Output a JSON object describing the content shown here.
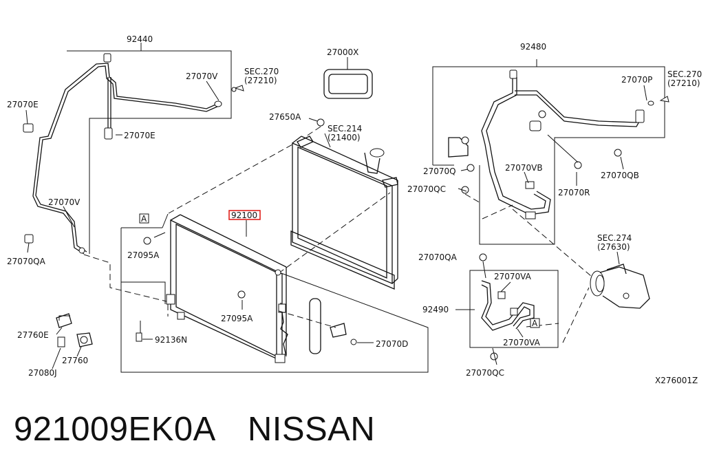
{
  "labels": {
    "p92440": "92440",
    "p27070E_left": "27070E",
    "p27070E_mid": "27070E",
    "p27070V_top": "27070V",
    "sec270_left": "SEC.270",
    "sec270_left_sub": "(27210)",
    "p27070V_left": "27070V",
    "p27070QA_left": "27070QA",
    "p27000X": "27000X",
    "p27650A": "27650A",
    "sec214": "SEC.214",
    "sec214_sub": "(21400)",
    "marker_A_left": "A",
    "p92100": "92100",
    "p27095A_left": "27095A",
    "p27095A_mid": "27095A",
    "p92136N": "92136N",
    "p27760E": "27760E",
    "p27760": "27760",
    "p27080J": "27080J",
    "p27070D": "27070D",
    "p92480": "92480",
    "p27070P": "27070P",
    "sec270_right": "SEC.270",
    "sec270_right_sub": "(27210)",
    "p27070Q": "27070Q",
    "p27070VB": "27070VB",
    "p27070QC_upper": "27070QC",
    "p27070R": "27070R",
    "p27070QB": "27070QB",
    "sec274": "SEC.274",
    "sec274_sub": "(27630)",
    "p27070QA_right": "27070QA",
    "p27070VA_top": "27070VA",
    "p92490": "92490",
    "marker_A_right": "A",
    "p27070VA_bottom": "27070VA",
    "p27070QC_lower": "27070QC",
    "diagram_code": "X276001Z"
  },
  "footer": {
    "part_number": "921009EK0A",
    "brand": "NISSAN"
  },
  "colors": {
    "highlight": "#e0201b",
    "ink": "#111111",
    "background": "#ffffff"
  }
}
